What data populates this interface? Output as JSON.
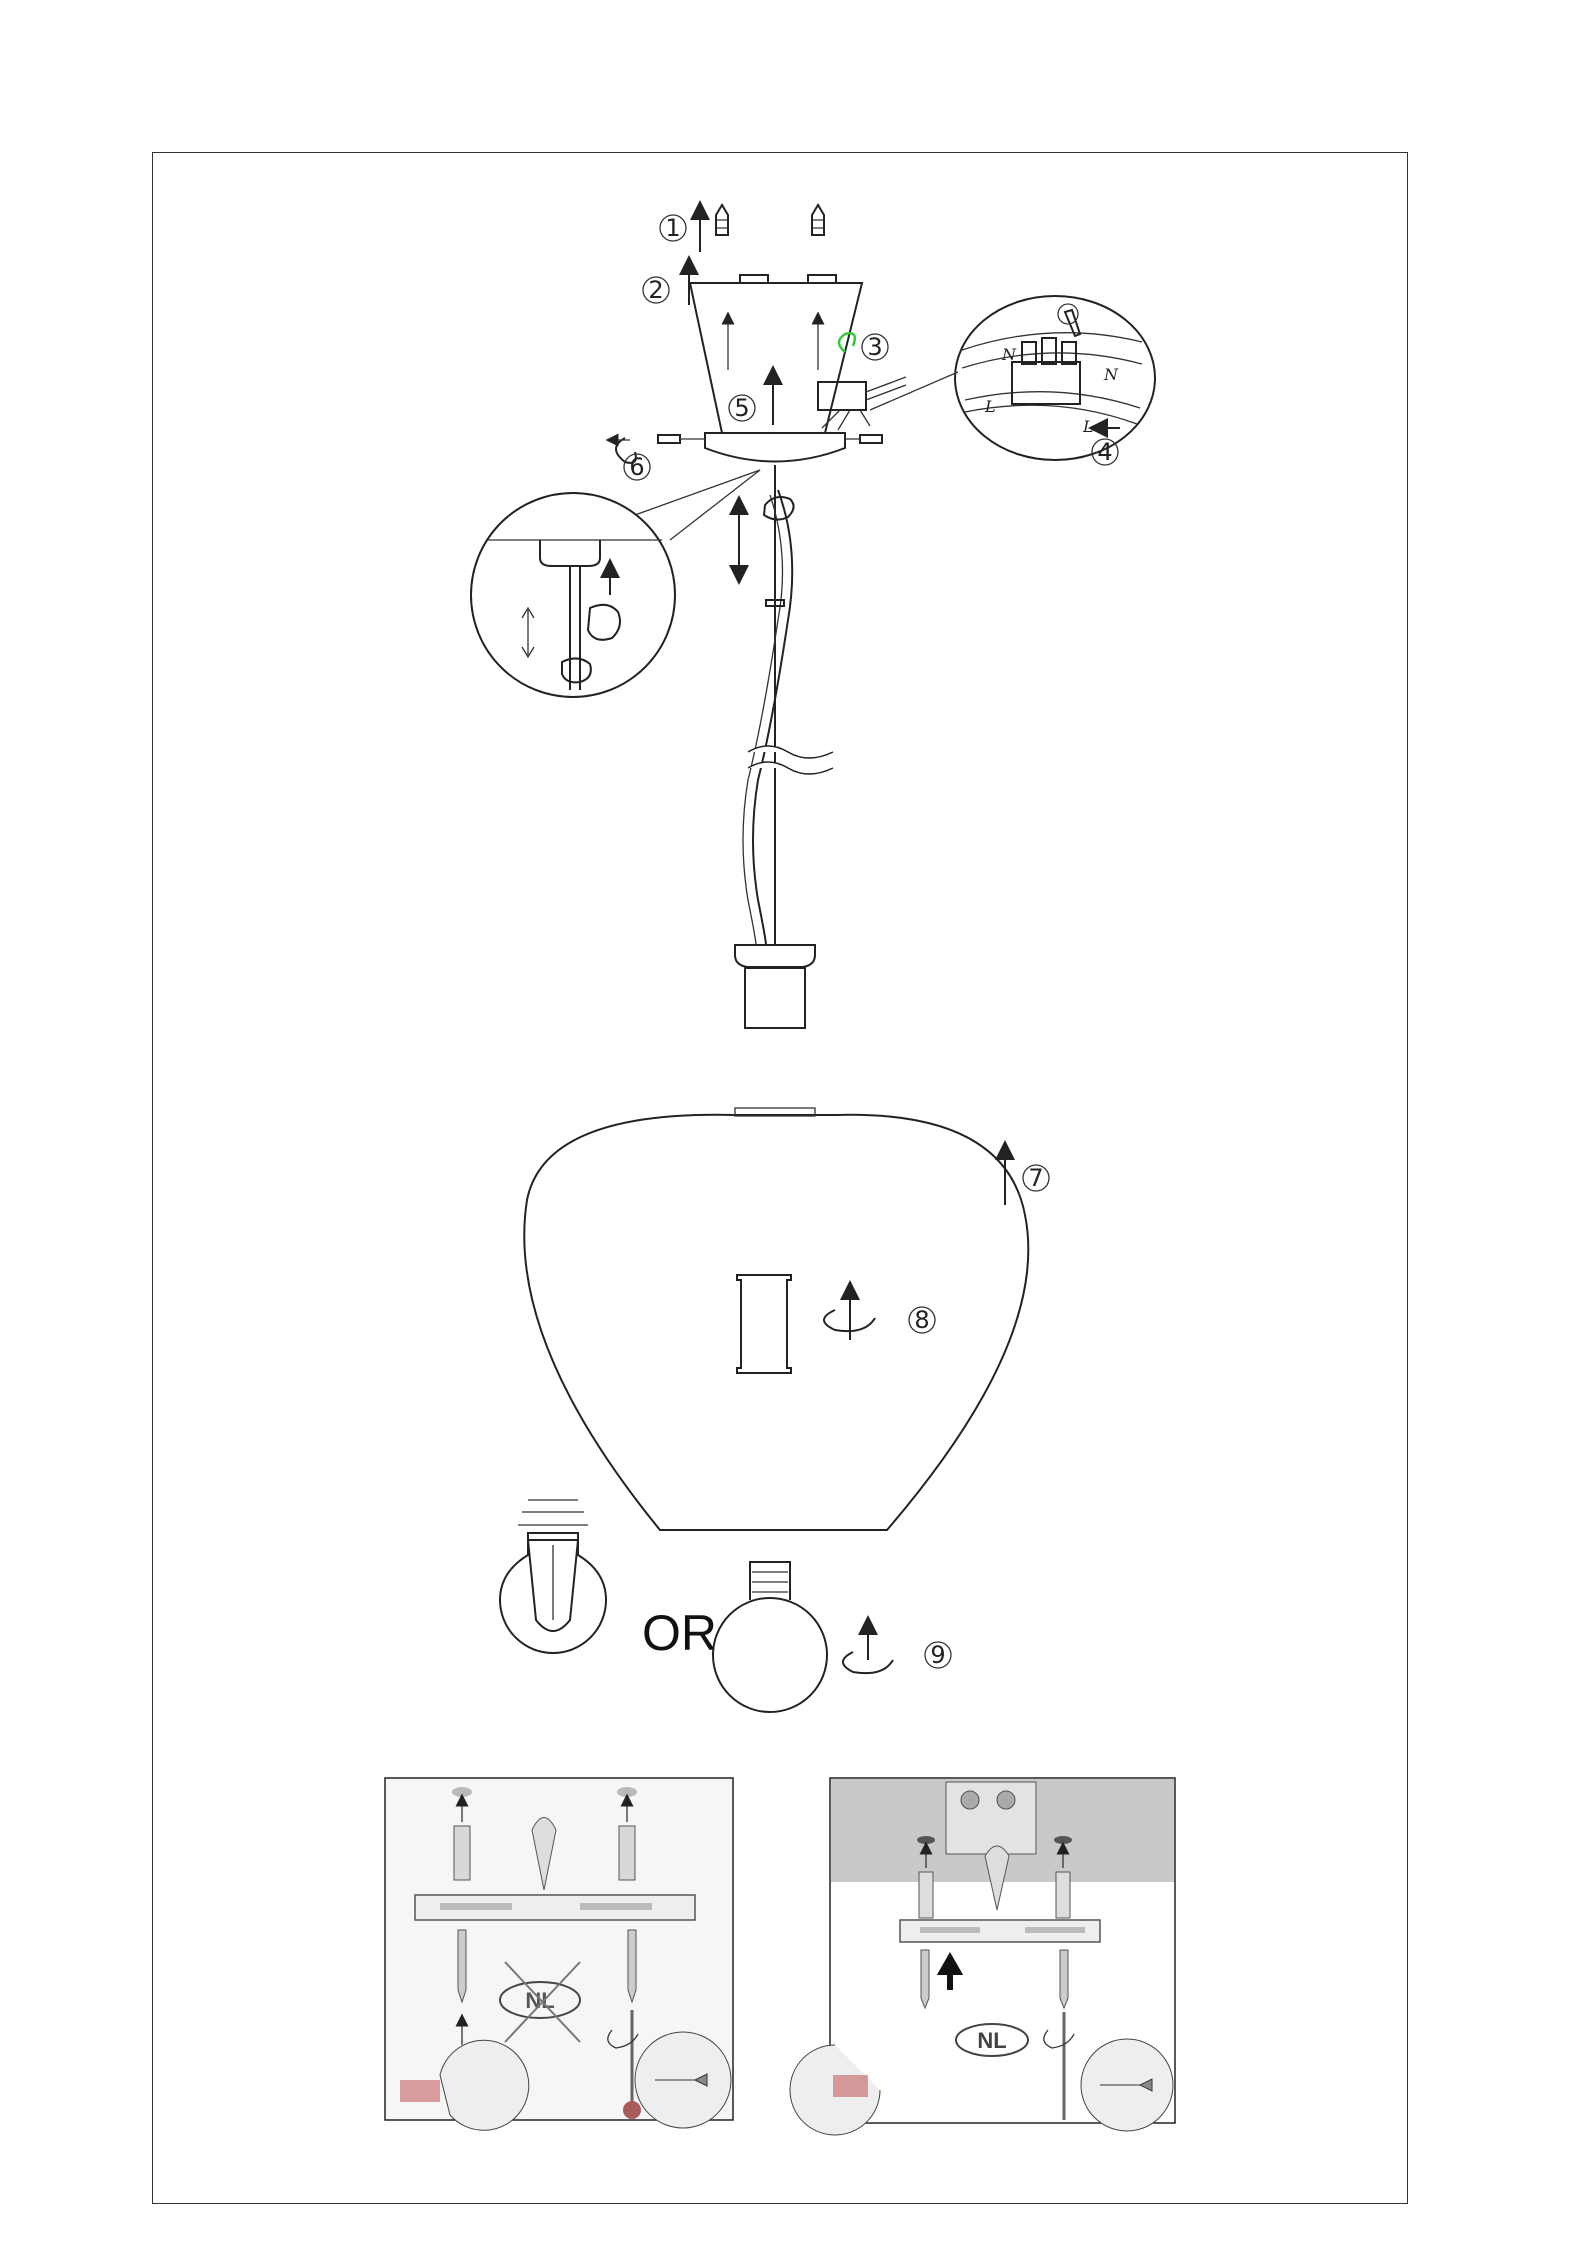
{
  "steps": [
    "1",
    "2",
    "3",
    "4",
    "5",
    "6",
    "7",
    "8",
    "9"
  ],
  "wiring": {
    "neutral": "N",
    "live": "L"
  },
  "bulb_choice": "OR",
  "panels": {
    "left_badge": "NL",
    "right_badge": "NL"
  },
  "colors": {
    "line": "#222222",
    "accent_green": "#33cc33",
    "photo_gray": "#c9c9c9"
  }
}
